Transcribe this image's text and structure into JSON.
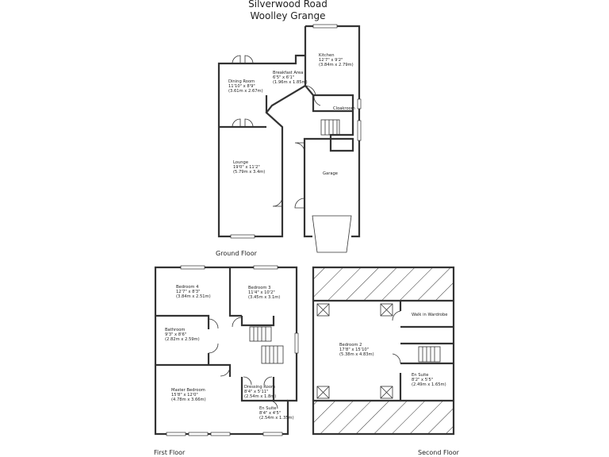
{
  "title": {
    "line1": "Silverwood Road",
    "line2": "Woolley Grange"
  },
  "floors": {
    "ground": "Ground Floor",
    "first": "First Floor",
    "second": "Second Floor"
  },
  "rooms": {
    "kitchen": {
      "name": "Kitchen",
      "imperial": "12'7\" x 9'2\"",
      "metric": "(3.84m x 2.79m)"
    },
    "breakfast": {
      "name": "Breakfast Area",
      "imperial": "6'5\" x 6'1\"",
      "metric": "(1.96m x 1.85m)"
    },
    "dining": {
      "name": "Dining Room",
      "imperial": "11'10\" x 8'9\"",
      "metric": "(3.61m x 2.67m)"
    },
    "cloakroom": {
      "name": "Cloakroom"
    },
    "lounge": {
      "name": "Lounge",
      "imperial": "19'0\" x 11'2\"",
      "metric": "(5.79m x 3.4m)"
    },
    "garage": {
      "name": "Garage"
    },
    "bedroom4": {
      "name": "Bedroom 4",
      "imperial": "12'7\" x 8'3\"",
      "metric": "(3.84m x 2.51m)"
    },
    "bedroom3": {
      "name": "Bedroom 3",
      "imperial": "11'4\" x 10'2\"",
      "metric": "(3.45m x 3.1m)"
    },
    "bathroom": {
      "name": "Bathroom",
      "imperial": "9'3\" x 8'6\"",
      "metric": "(2.82m x 2.59m)"
    },
    "master": {
      "name": "Master Bedroom",
      "imperial": "15'8\" x 12'0\"",
      "metric": "(4.78m x 3.66m)"
    },
    "dressing": {
      "name": "Dressing Room",
      "imperial": "8'4\" x 5'11\"",
      "metric": "(2.54m x 1.8m)"
    },
    "ensuite1": {
      "name": "En Suite",
      "imperial": "8'4\" x 4'5\"",
      "metric": "(2.54m x 1.35m)"
    },
    "bedroom2": {
      "name": "Bedroom 2",
      "imperial": "17'8\" x 15'10\"",
      "metric": "(5.38m x 4.83m)"
    },
    "walkin": {
      "name": "Walk in Wardrobe"
    },
    "ensuite2": {
      "name": "En Suite",
      "imperial": "8'2\" x 5'5\"",
      "metric": "(2.49m x 1.65m)"
    }
  }
}
